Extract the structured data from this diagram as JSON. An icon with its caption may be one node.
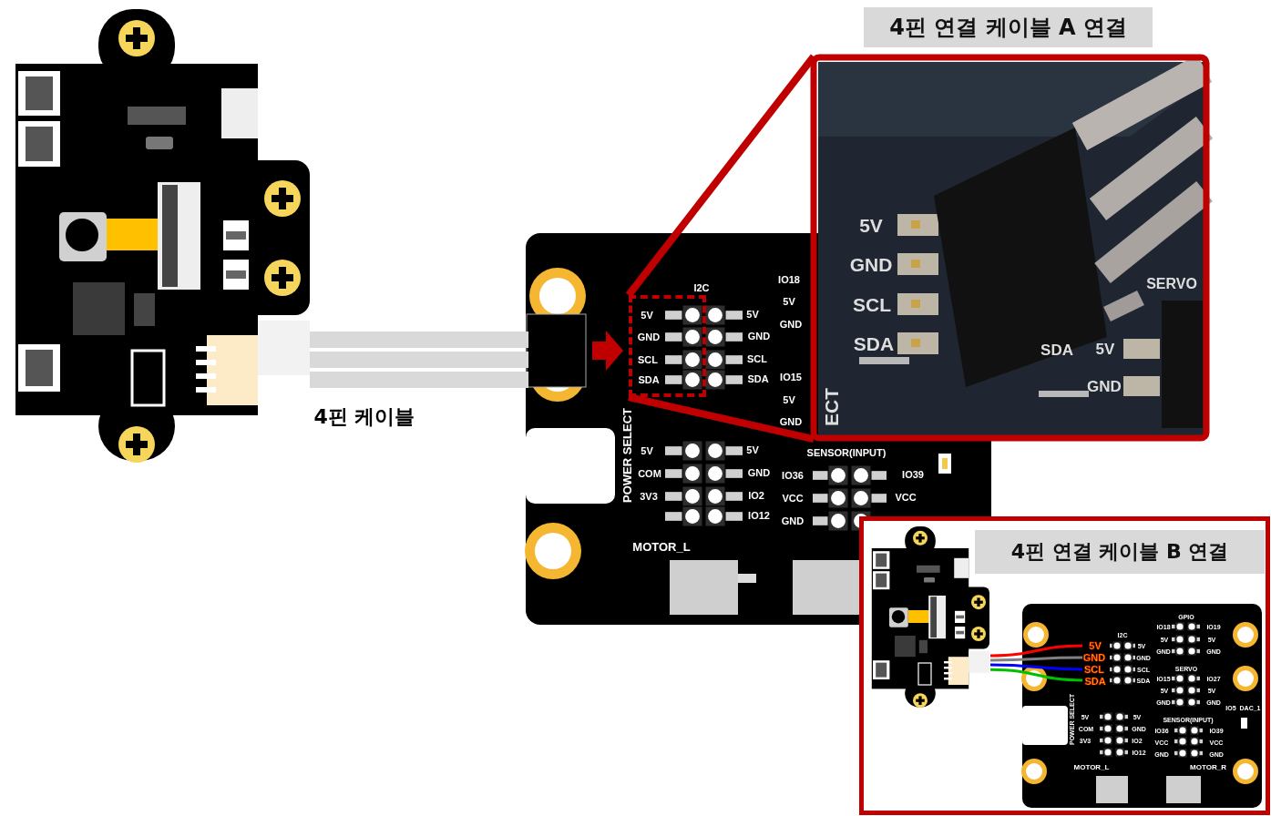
{
  "diagram": {
    "nodes": [
      {
        "text": [],
        "shape": "picture"
      },
      {
        "text": [],
        "shape": "picture"
      },
      {
        "text": [],
        "shape": "box",
        "in": 1
      },
      {
        "text": [
          "4핀 연결 케이블 A 연결"
        ]
      },
      {
        "text": [
          "4핀 연결 케이블 B 연결"
        ]
      },
      {
        "text": [],
        "shape": "picture",
        "in": 4
      },
      {
        "text": [],
        "shape": "picture",
        "in": 4
      }
    ],
    "edges": [
      {
        "from": 0,
        "to": 1,
        "arrow": "none",
        "label": "4핀 케이블",
        "style": "thick",
        "color": "#d9d9d9"
      },
      {
        "from": 2,
        "to": 3,
        "arrow": "none",
        "style": "thick",
        "color": "#c00000"
      },
      {
        "from": 2,
        "to": 3,
        "arrow": "none",
        "style": "thick",
        "color": "#c00000"
      },
      {
        "from": 5,
        "to": 6,
        "arrow": "none",
        "color": "#ff0000"
      },
      {
        "from": 5,
        "to": 6,
        "arrow": "none",
        "color": "#808080"
      },
      {
        "from": 5,
        "to": 6,
        "arrow": "none",
        "color": "#0000ff"
      },
      {
        "from": 5,
        "to": 6,
        "arrow": "none",
        "color": "#00c000"
      }
    ],
    "labels": [
      "I2C",
      "5V",
      "5V",
      "GND",
      "GND",
      "SCL",
      "SCL",
      "SDA",
      "SDA",
      "IO18",
      "5V",
      "GND",
      "IO15",
      "5V",
      "GND",
      "POWER SELECT",
      "5V",
      "5V",
      "COM",
      "GND",
      "3V3",
      "IO2",
      "IO12",
      "SENSOR(INPUT)",
      "IO36",
      "IO39",
      "VCC",
      "VCC",
      "GND",
      "MOTOR_L",
      "5V",
      "GND",
      "SCL",
      "SDA",
      "SERVO",
      "SDA",
      "5V",
      "GND",
      "ECT",
      "5V",
      "GND",
      "SCL",
      "SDA",
      "I2C",
      "5V",
      "GND",
      "SCL",
      "SDA",
      "GPIO",
      "IO18",
      "IO19",
      "5V",
      "5V",
      "GND",
      "GND",
      "SERVO",
      "IO15",
      "IO27",
      "5V",
      "5V",
      "GND",
      "GND",
      "IO5",
      "DAC_1",
      "POWER SELECT",
      "5V",
      "COM",
      "3V3",
      "5V",
      "GND",
      "IO2",
      "IO12",
      "SENSOR(INPUT)",
      "IO36",
      "IO39",
      "VCC",
      "VCC",
      "GND",
      "GND",
      "MOTOR_L",
      "MOTOR_R"
    ]
  }
}
